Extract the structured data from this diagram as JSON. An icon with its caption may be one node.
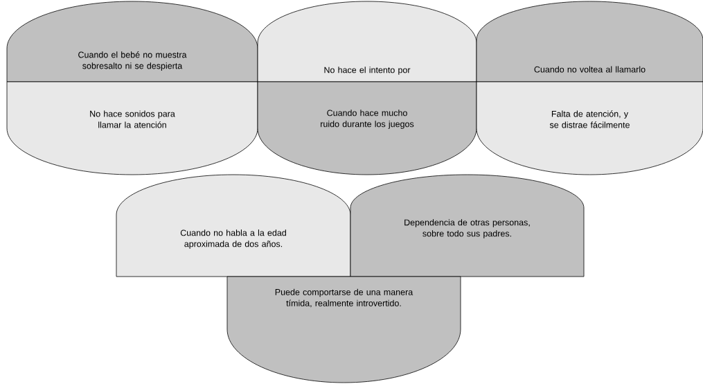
{
  "diagram": {
    "nodes": [
      {
        "text": [
          "Cuando el bebé no muestra sobresalto ni se despierta"
        ]
      },
      {
        "text": [
          "No hace el intento por"
        ]
      },
      {
        "text": [
          "Cuando no voltea al llamarlo"
        ]
      },
      {
        "text": [
          "No hace sonidos para llamar la atención"
        ]
      },
      {
        "text": [
          "Cuando hace mucho ruido durante los juegos"
        ]
      },
      {
        "text": [
          "Falta de atención, y se distrae fácilmente"
        ]
      },
      {
        "text": [
          "Cuando no habla a la edad aproximada de dos años."
        ]
      },
      {
        "text": [
          "Dependencia de otras personas, sobre todo sus padres."
        ]
      },
      {
        "text": [
          "Puede comportarse de una manera tímida, realmente introvertido."
        ]
      }
    ]
  }
}
